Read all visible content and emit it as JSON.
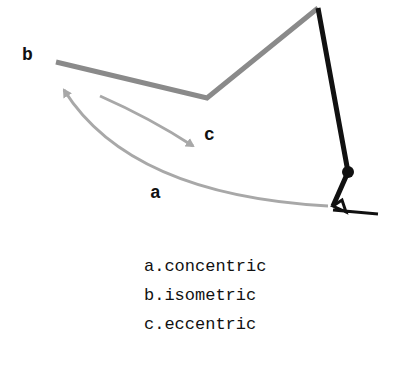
{
  "diagram": {
    "labels": [
      "b",
      "c",
      "a",
      "a.concentric",
      "b.isometric",
      "c.eccentric"
    ]
  }
}
